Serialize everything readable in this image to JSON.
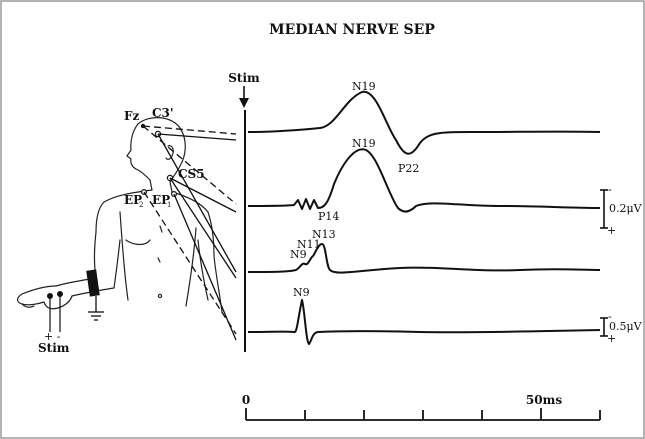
{
  "figure": {
    "title": "MEDIAN NERVE SEP",
    "stim_label": "Stim",
    "electrodes": {
      "fz": "Fz",
      "c3": "C3'",
      "cs5": "CS5",
      "ep2": "EP",
      "ep2_sub": "2",
      "ep1": "EP",
      "ep1_sub": "1"
    },
    "arm_stim_label": "Stim",
    "arm_polarity": "+ -",
    "traces": [
      {
        "peaks": [
          "N19",
          "P22"
        ]
      },
      {
        "peaks": [
          "N19",
          "P14"
        ]
      },
      {
        "peaks": [
          "N13",
          "N11",
          "N9"
        ]
      },
      {
        "peaks": [
          "N9"
        ]
      }
    ],
    "scale_bars": [
      {
        "value": "0.2μV",
        "minus": "-",
        "plus": "+"
      },
      {
        "value": "0.5μV",
        "minus": "-",
        "plus": "+"
      }
    ],
    "time_axis": {
      "start": "0",
      "end": "50ms"
    }
  }
}
